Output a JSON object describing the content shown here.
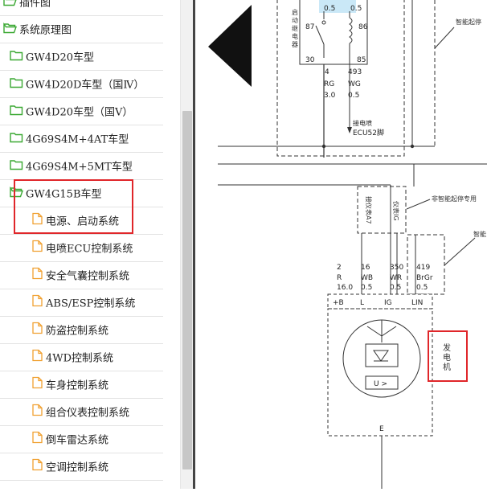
{
  "tree": {
    "items": [
      {
        "label": "插件图",
        "level": 0,
        "icon": "folder-open-icon"
      },
      {
        "label": "系统原理图",
        "level": 0,
        "icon": "folder-open-icon"
      },
      {
        "label": "GW4D20车型",
        "level": 1,
        "icon": "folder-icon"
      },
      {
        "label": "GW4D20D车型（国Ⅳ）",
        "level": 1,
        "icon": "folder-icon"
      },
      {
        "label": "GW4D20车型（国Ⅴ）",
        "level": 1,
        "icon": "folder-icon"
      },
      {
        "label": "4G69S4M+4AT车型",
        "level": 1,
        "icon": "folder-icon"
      },
      {
        "label": "4G69S4M+5MT车型",
        "level": 1,
        "icon": "folder-icon"
      },
      {
        "label": "GW4G15B车型",
        "level": 1,
        "icon": "folder-open-icon"
      },
      {
        "label": "电源、启动系统",
        "level": 2,
        "icon": "document-icon"
      },
      {
        "label": "电喷ECU控制系统",
        "level": 2,
        "icon": "document-icon"
      },
      {
        "label": "安全气囊控制系统",
        "level": 2,
        "icon": "document-icon"
      },
      {
        "label": "ABS/ESP控制系统",
        "level": 2,
        "icon": "document-icon"
      },
      {
        "label": "防盗控制系统",
        "level": 2,
        "icon": "document-icon"
      },
      {
        "label": "4WD控制系统",
        "level": 2,
        "icon": "document-icon"
      },
      {
        "label": "车身控制系统",
        "level": 2,
        "icon": "document-icon"
      },
      {
        "label": "组合仪表控制系统",
        "level": 2,
        "icon": "document-icon"
      },
      {
        "label": "倒车雷达系统",
        "level": 2,
        "icon": "document-icon"
      },
      {
        "label": "空调控制系统",
        "level": 2,
        "icon": "document-icon"
      }
    ]
  },
  "colors": {
    "folder": "#3aa832",
    "document": "#f0a030",
    "highlight": "#e0262a",
    "wire": "#333333"
  },
  "diagram": {
    "relay": {
      "name": "启动继电器",
      "pins": [
        "87",
        "86",
        "30",
        "85",
        "0.5",
        "0.5"
      ]
    },
    "wires_top": [
      {
        "pin": "4",
        "color": "RG",
        "size": "3.0"
      },
      {
        "pin": "493",
        "color": "WG",
        "size": "0.5"
      }
    ],
    "ecu_note": [
      "接电喷",
      "ECU52脚"
    ],
    "smart_start_top": "智能起停",
    "cluster_a7": "接仪表A7",
    "cluster_ig": "仪表IG",
    "non_smart": "非智能起停专用",
    "smart_right": "智能",
    "alt_wires": [
      {
        "pin": "2",
        "color": "R",
        "size": "16.0"
      },
      {
        "pin": "16",
        "color": "WB",
        "size": "0.5"
      },
      {
        "pin": "350",
        "color": "WR",
        "size": "0.5"
      },
      {
        "pin": "419",
        "color": "BrGr",
        "size": "0.5"
      }
    ],
    "terminals": [
      "+B",
      "L",
      "IG",
      "LIN"
    ],
    "regulator": "U >",
    "ground": "E",
    "generator": "发电机"
  }
}
